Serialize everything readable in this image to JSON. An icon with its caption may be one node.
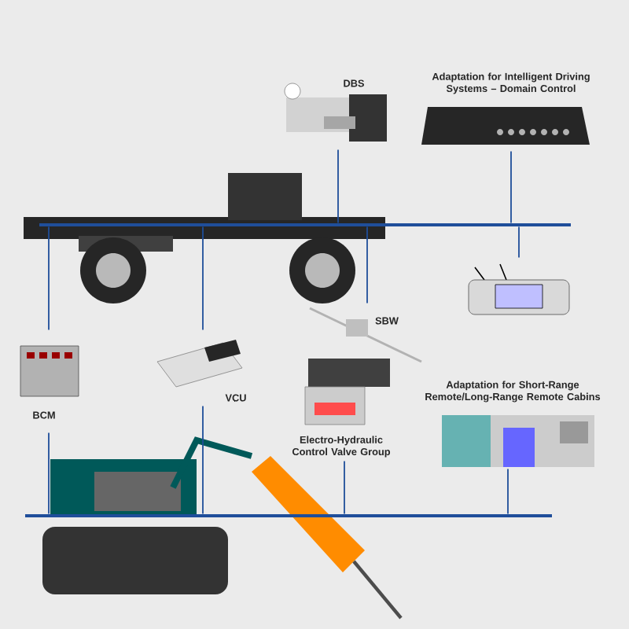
{
  "diagram": {
    "nodes": [
      {
        "text": [
          "DBS"
        ]
      },
      {
        "text": [
          "Adaptation for Intelligent Driving Systems – Domain Control"
        ]
      },
      {
        "text": [],
        "shape": "bar"
      },
      {
        "text": [],
        "shape": "picture"
      },
      {
        "text": [
          "SBW"
        ]
      },
      {
        "text": [
          "BCM"
        ]
      },
      {
        "text": [
          "VCU"
        ]
      },
      {
        "text": [
          "Electro-Hydraulic Control Valve Group"
        ]
      },
      {
        "text": [
          "Adaptation for Short-Range Remote/Long-Range Remote Cabins"
        ]
      },
      {
        "text": [],
        "shape": "bar"
      }
    ],
    "edges": [
      {
        "from": 0,
        "to": 2,
        "arrow": "none"
      },
      {
        "from": 1,
        "to": 2,
        "arrow": "none"
      },
      {
        "from": 2,
        "to": 3,
        "arrow": "none"
      },
      {
        "from": 2,
        "to": 4,
        "arrow": "none"
      },
      {
        "from": 2,
        "to": 5,
        "arrow": "none"
      },
      {
        "from": 5,
        "to": 9,
        "arrow": "none"
      },
      {
        "from": 2,
        "to": 6,
        "arrow": "none"
      },
      {
        "from": 6,
        "to": 9,
        "arrow": "none"
      },
      {
        "from": 7,
        "to": 9,
        "arrow": "none"
      },
      {
        "from": 8,
        "to": 9,
        "arrow": "none"
      }
    ]
  }
}
